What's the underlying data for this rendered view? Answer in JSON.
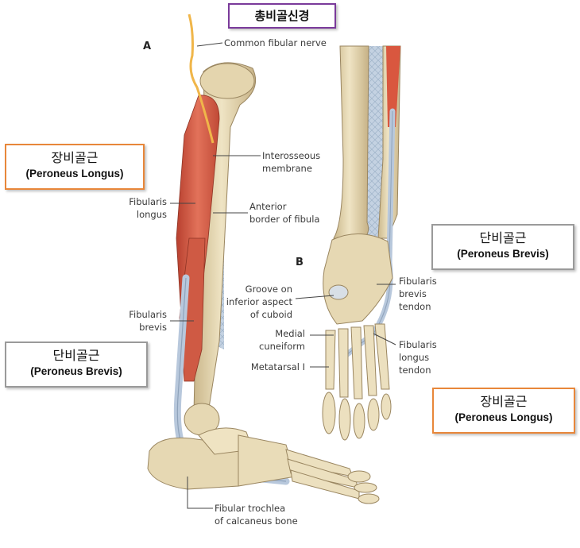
{
  "panels": {
    "a": "A",
    "b": "B"
  },
  "labels": {
    "common_fibular_nerve": "Common fibular nerve",
    "interosseous_1": "Interosseous",
    "interosseous_2": "membrane",
    "fibularis_longus_1": "Fibularis",
    "fibularis_longus_2": "longus",
    "anterior_border_1": "Anterior",
    "anterior_border_2": "border of fibula",
    "fibularis_brevis_1": "Fibularis",
    "fibularis_brevis_2": "brevis",
    "fibular_trochlea_1": "Fibular trochlea",
    "fibular_trochlea_2": "of calcaneus bone",
    "groove_1": "Groove on",
    "groove_2": "inferior aspect",
    "groove_3": "of cuboid",
    "medial_cuneiform_1": "Medial",
    "medial_cuneiform_2": "cuneiform",
    "metatarsal_1": "Metatarsal I",
    "fib_brevis_tendon_1": "Fibularis",
    "fib_brevis_tendon_2": "brevis",
    "fib_brevis_tendon_3": "tendon",
    "fib_longus_tendon_1": "Fibularis",
    "fib_longus_tendon_2": "longus",
    "fib_longus_tendon_3": "tendon"
  },
  "callouts": {
    "nerve": {
      "korean": "총비골신경"
    },
    "longus_left": {
      "korean": "장비골근",
      "english": "(Peroneus Longus)"
    },
    "brevis_left": {
      "korean": "단비골근",
      "english": "(Peroneus Brevis)"
    },
    "brevis_right": {
      "korean": "단비골근",
      "english": "(Peroneus Brevis)"
    },
    "longus_right": {
      "korean": "장비골근",
      "english": "(Peroneus Longus)"
    }
  },
  "colors": {
    "bone": "#e9dcb8",
    "bone_shade": "#c9b58a",
    "muscle": "#d9573f",
    "tendon": "#b8c8dc",
    "nerve": "#f0b64a",
    "orange_border": "#e8873a",
    "purple_border": "#7a3a9a",
    "gray_border": "#9a9a9a"
  }
}
